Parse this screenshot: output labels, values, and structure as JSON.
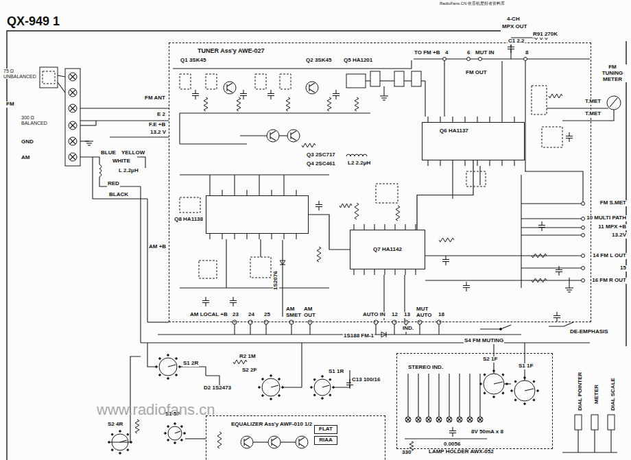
{
  "diagram": {
    "title": "QX-949 1",
    "nodes": [
      {
        "text": [
          "TUNER Ass'y AWE-027"
        ]
      },
      {
        "text": [
          "Q6 HA1137"
        ],
        "in": 0
      },
      {
        "text": [
          "Q8 HA1138"
        ],
        "in": 0
      },
      {
        "text": [
          "Q7 HA1142"
        ],
        "in": 0
      },
      {
        "text": [
          "EQUALIZER Ass'y AWF-010 1/2"
        ]
      },
      {
        "text": [
          "FLAT"
        ],
        "in": 4
      },
      {
        "text": [
          "RIAA"
        ],
        "in": 4
      },
      {
        "text": [
          "LAMP HOLDER AWX-052"
        ]
      }
    ],
    "edges": [
      {
        "from": 2,
        "to": 3,
        "arrow": "none"
      },
      {
        "from": 3,
        "to": 1,
        "arrow": "none"
      }
    ],
    "labels": [
      "RadioFans.CN 收音机爱好者资料库",
      "4-CH",
      "MPX OUT",
      "R91 270K",
      "C1 2.2",
      "Q1 3SK45",
      "Q2 3SK45",
      "Q5 HA1201",
      "TO FM +B",
      "4",
      "6",
      "MUT IN",
      "8",
      "FM OUT",
      "75 Ω UNBALANCED",
      "FM",
      "300 Ω BALANCED",
      "GND",
      "AM",
      "FM ANT",
      "E 2",
      "F.E +B",
      "13.2 V",
      "Q3 2SC717",
      "Q4 2SC461",
      "L2 2.2μH",
      "FM TUNING METER",
      "T.MET",
      "T.MET",
      "BLUE",
      "YELLOW",
      "WHITE",
      "RED",
      "BLACK",
      "L 2.2μH",
      "AM +B",
      "FM S.MET",
      "10 MULTI PATH",
      "11 MPX +B",
      "13.2V",
      "14 FM L OUT",
      "15",
      "16 FM R OUT",
      "DE-EMPHASIS",
      "AM LOCAL +B",
      "23",
      "24",
      "25",
      "AM SMET",
      "AM OUT",
      "AUTO IN",
      "12",
      "13",
      "IND.",
      "MUT AUTO",
      "18",
      "1S188 FM-1",
      "S4 FM MUTING",
      "1S2076",
      "S1 2R",
      "R2 1M",
      "S2 2F",
      "D2 1S2473",
      "S1 1R",
      "C13 100/16",
      "STEREO IND.",
      "S2 1F",
      "S1 1F",
      "DIAL POINTER",
      "METER",
      "DIAL SCALE",
      "S2 4R",
      "S1 5F",
      "8V 50mA x 8",
      "0.0056",
      "330",
      "www.radiofans.cn"
    ]
  }
}
